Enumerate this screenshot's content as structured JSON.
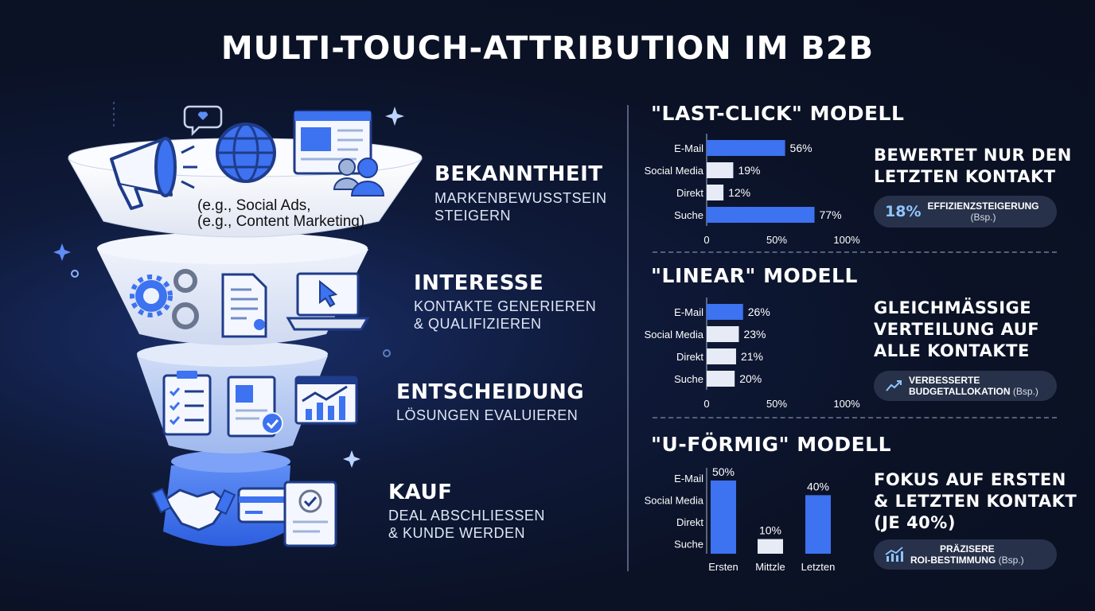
{
  "title": "MULTI-TOUCH-ATTRIBUTION IM B2B",
  "funnel": {
    "notes": [
      "(e.g., Social Ads,",
      "(e.g., Content Marketing)"
    ],
    "stages": [
      {
        "heading": "BEKANNTHEIT",
        "sub1": "MARKENBEWUSSTSEIN",
        "sub2": "STEIGERN"
      },
      {
        "heading": "INTERESSE",
        "sub1": "KONTAKTE GENERIEREN",
        "sub2": "& QUALIFIZIEREN"
      },
      {
        "heading": "ENTSCHEIDUNG",
        "sub1": "LÖSUNGEN EVALUIEREN",
        "sub2": ""
      },
      {
        "heading": "KAUF",
        "sub1": "DEAL ABSCHLIESSEN",
        "sub2": "& KUNDE WERDEN"
      }
    ],
    "icons": [
      "megaphone-icon",
      "globe-icon",
      "webpage-icon",
      "heart-chat-icon",
      "users-icon",
      "gears-icon",
      "document-icon",
      "laptop-cursor-icon",
      "checklist-icon",
      "approved-doc-icon",
      "analytics-chart-icon",
      "handshake-icon",
      "credit-card-icon",
      "checkmark-doc-icon",
      "sparkle-icon"
    ]
  },
  "models": [
    {
      "heading": "\"LAST-CLICK\" MODELL",
      "desc": [
        "BEWERTET NUR DEN",
        "LETZTEN KONTAKT"
      ],
      "badge": {
        "value": "18%",
        "text": "EFFIZIENZSTEIGERUNG",
        "note": "(Bsp.)",
        "icon": ""
      }
    },
    {
      "heading": "\"LINEAR\" MODELL",
      "desc": [
        "GLEICHMÄSSIGE",
        "VERTEILUNG AUF",
        "ALLE KONTAKTE"
      ],
      "badge": {
        "value": "",
        "text": "VERBESSERTE",
        "text2": "BUDGETALLOKATION",
        "note": "(Bsp.)",
        "icon": "trend-up-icon"
      }
    },
    {
      "heading": "\"U-FÖRMIG\" MODELL",
      "desc": [
        "FOKUS AUF ERSTEN",
        "& LETZTEN KONTAKT",
        "(JE 40%)"
      ],
      "badge": {
        "value": "",
        "text": "PRÄZISERE",
        "text2": "ROI-BESTIMMUNG",
        "note": "(Bsp.)",
        "icon": "bar-trend-icon"
      }
    }
  ],
  "colors": {
    "accent": "#3d72f0",
    "light_bar": "#e6ebf5",
    "background": "#0b1226"
  },
  "chart_data": [
    {
      "type": "bar",
      "orientation": "horizontal",
      "title": "\"LAST-CLICK\" MODELL",
      "categories": [
        "E-Mail",
        "Social Media",
        "Direkt",
        "Suche"
      ],
      "values": [
        56,
        19,
        12,
        77
      ],
      "value_labels": [
        "56%",
        "19%",
        "12%",
        "77%"
      ],
      "highlight": [
        true,
        false,
        false,
        true
      ],
      "xlim": [
        0,
        100
      ],
      "xticks": [
        "0",
        "50%",
        "100%"
      ]
    },
    {
      "type": "bar",
      "orientation": "horizontal",
      "title": "\"LINEAR\" MODELL",
      "categories": [
        "E-Mail",
        "Social Media",
        "Direkt",
        "Suche"
      ],
      "values": [
        26,
        23,
        21,
        20
      ],
      "value_labels": [
        "26%",
        "23%",
        "21%",
        "20%"
      ],
      "highlight": [
        true,
        false,
        false,
        false
      ],
      "xlim": [
        0,
        100
      ],
      "xticks": [
        "0",
        "50%",
        "100%"
      ]
    },
    {
      "type": "bar",
      "orientation": "vertical",
      "title": "\"U-FÖRMIG\" MODELL",
      "row_labels": [
        "E-Mail",
        "Social Media",
        "Direkt",
        "Suche"
      ],
      "categories": [
        "Ersten",
        "Mittzle",
        "Letzten"
      ],
      "values": [
        50,
        10,
        40
      ],
      "value_labels": [
        "50%",
        "10%",
        "40%"
      ],
      "highlight": [
        true,
        false,
        true
      ]
    }
  ]
}
